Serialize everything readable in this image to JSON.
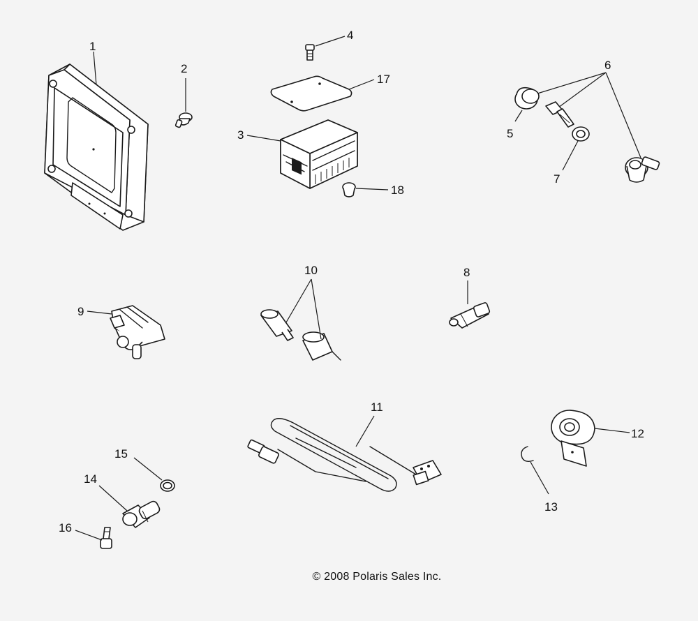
{
  "labels": {
    "p1": "1",
    "p2": "2",
    "p3": "3",
    "p4": "4",
    "p5": "5",
    "p6": "6",
    "p7": "7",
    "p8": "8",
    "p9": "9",
    "p10": "10",
    "p11": "11",
    "p12": "12",
    "p13": "13",
    "p14": "14",
    "p15": "15",
    "p16": "16",
    "p17": "17",
    "p18": "18"
  },
  "copyright": "© 2008 Polaris Sales Inc."
}
